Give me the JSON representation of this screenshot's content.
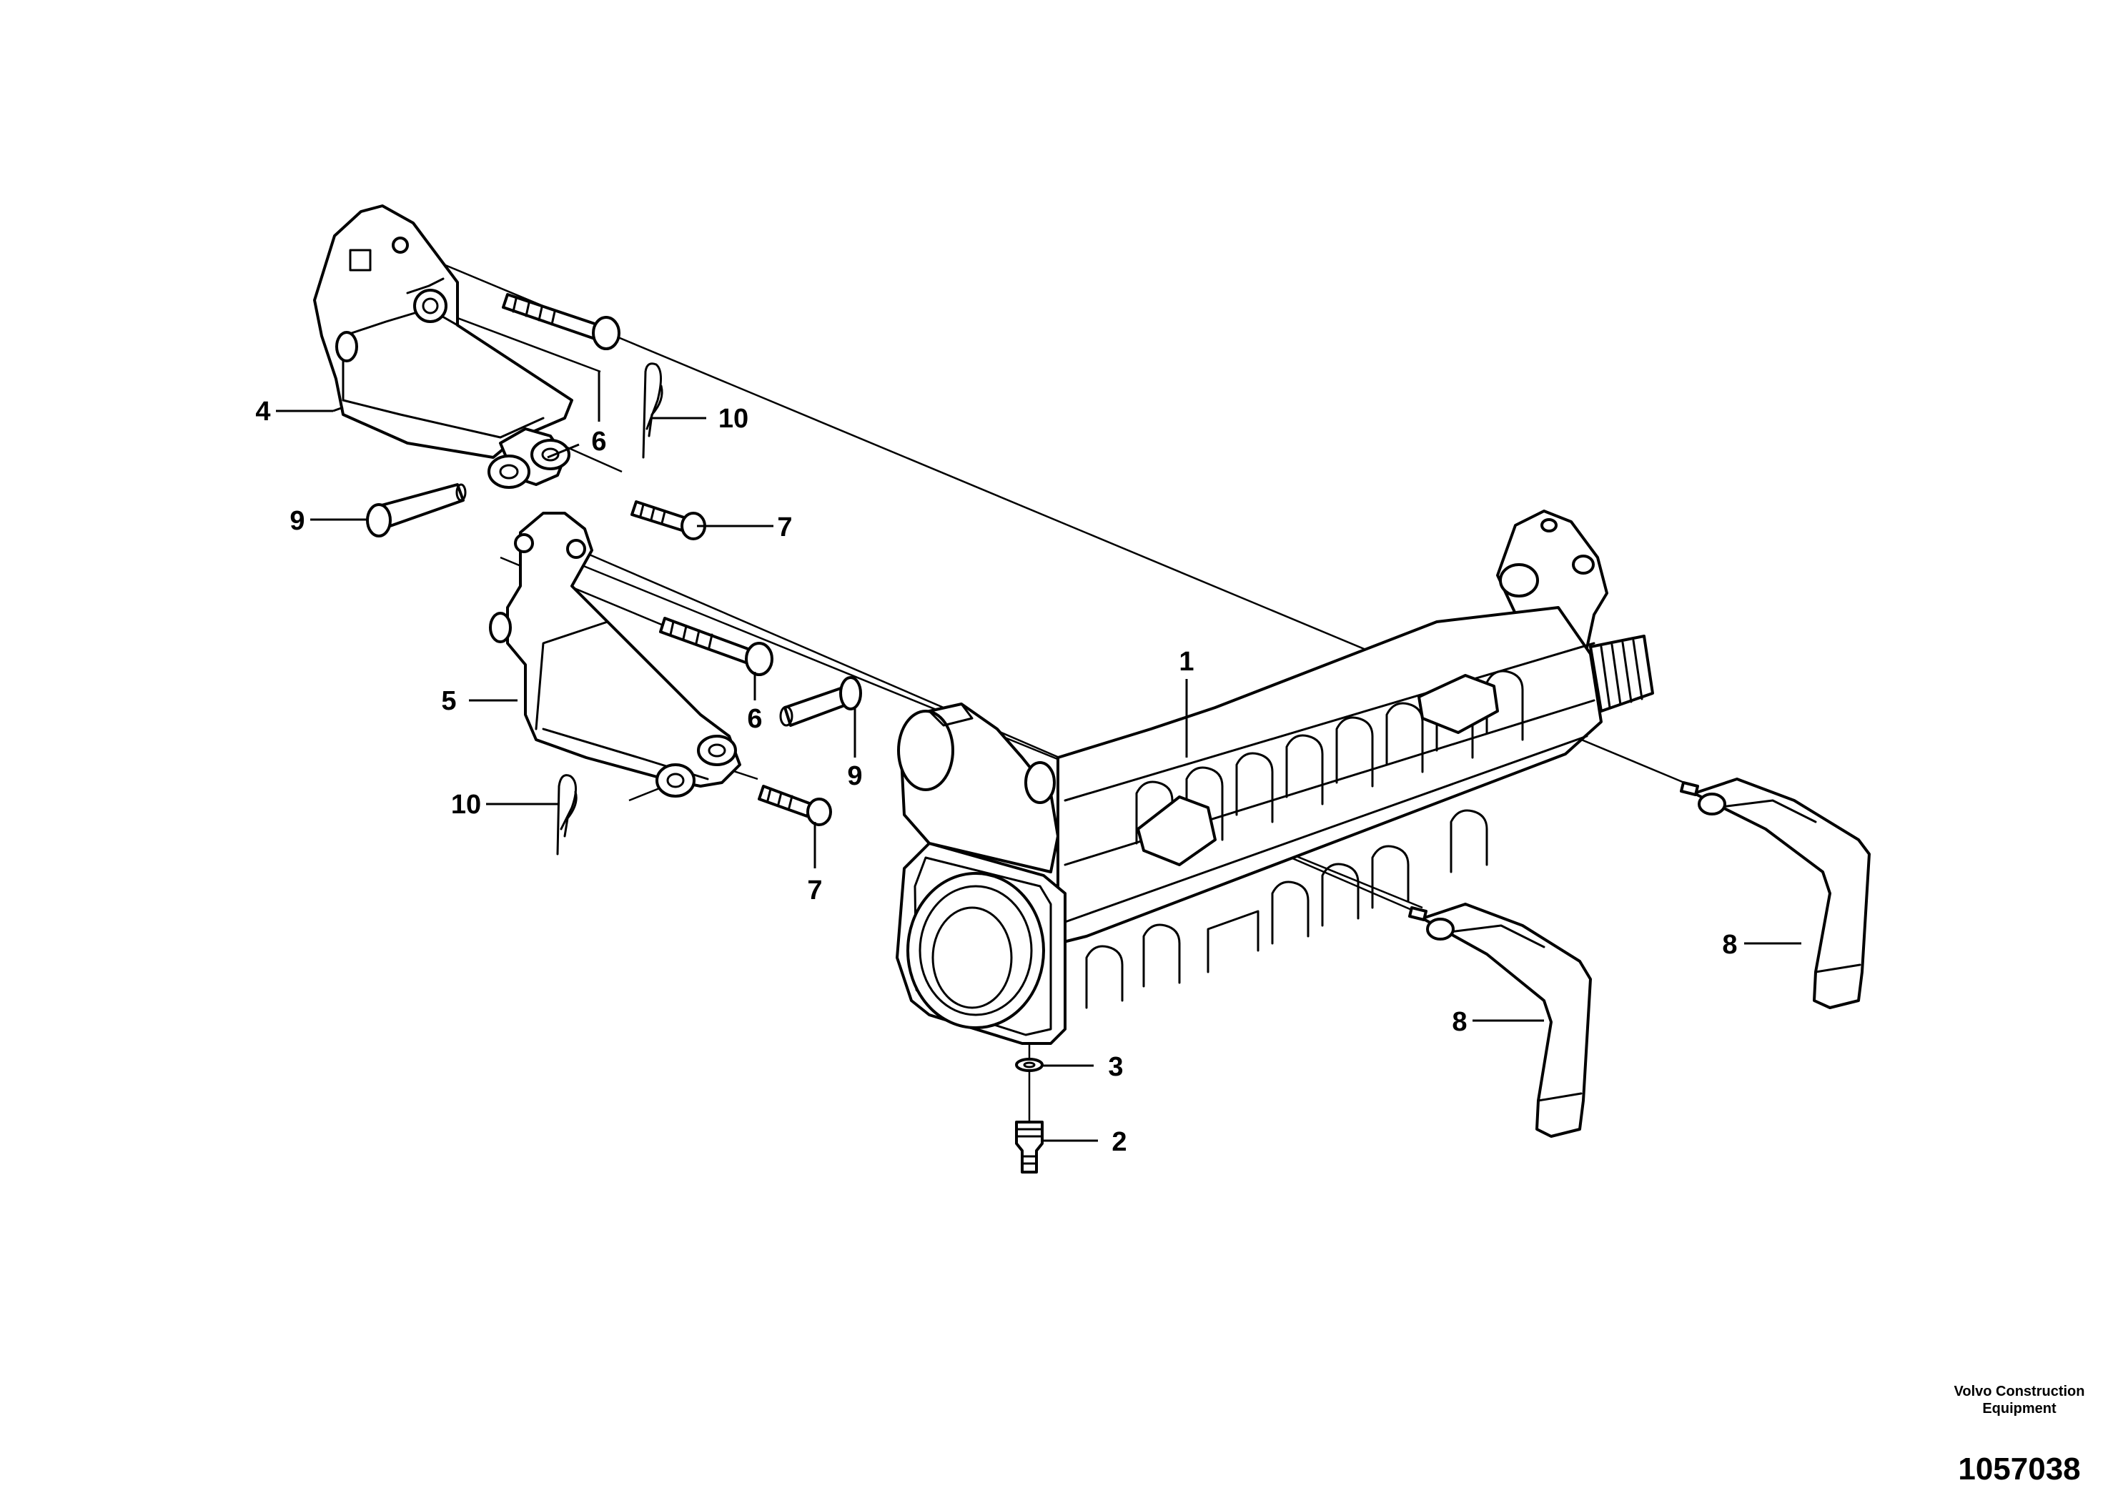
{
  "callouts": {
    "c1": "1",
    "c2": "2",
    "c3": "3",
    "c4": "4",
    "c5": "5",
    "c6a": "6",
    "c6b": "6",
    "c7a": "7",
    "c7b": "7",
    "c8a": "8",
    "c8b": "8",
    "c9a": "9",
    "c9b": "9",
    "c10a": "10",
    "c10b": "10"
  },
  "footer": {
    "brand_line1": "Volvo Construction",
    "brand_line2": "Equipment",
    "drawing_number": "1057038"
  },
  "colors": {
    "line": "#000000",
    "background": "#ffffff"
  }
}
